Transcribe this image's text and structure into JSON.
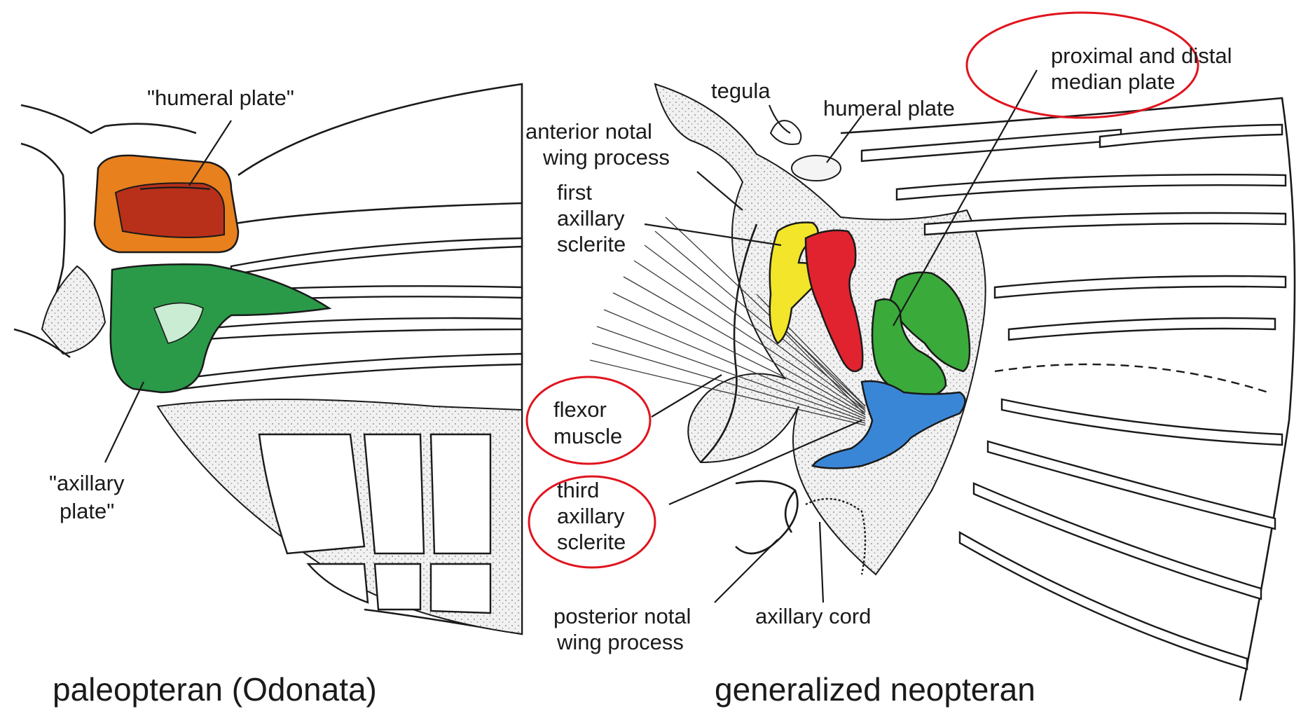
{
  "left_panel": {
    "caption": "paleopteran (Odonata)",
    "labels": {
      "humeral_plate": "\"humeral plate\"",
      "axillary_plate_line1": "\"axillary",
      "axillary_plate_line2": "plate\""
    },
    "colors": {
      "humeral_plate": "#e8801e",
      "humeral_inner": "#b8301a",
      "axillary_plate": "#2a9a48"
    }
  },
  "right_panel": {
    "caption": "generalized neopteran",
    "labels": {
      "tegula": "tegula",
      "humeral_plate": "humeral plate",
      "anterior_notal_1": "anterior notal",
      "anterior_notal_2": "wing process",
      "first_axillary_1": "first",
      "first_axillary_2": "axillary",
      "first_axillary_3": "sclerite",
      "median_plate_1": "proximal and distal",
      "median_plate_2": "median plate",
      "flexor_1": "flexor",
      "flexor_2": "muscle",
      "third_axillary_1": "third",
      "third_axillary_2": "axillary",
      "third_axillary_3": "sclerite",
      "posterior_notal_1": "posterior notal",
      "posterior_notal_2": "wing process",
      "axillary_cord": "axillary cord"
    },
    "colors": {
      "first_axillary": "#f2e52a",
      "second_axillary": "#e0232f",
      "median_plates": "#3aaa3a",
      "third_axillary": "#3a86d6",
      "highlight_rings": "#e0141e"
    }
  }
}
